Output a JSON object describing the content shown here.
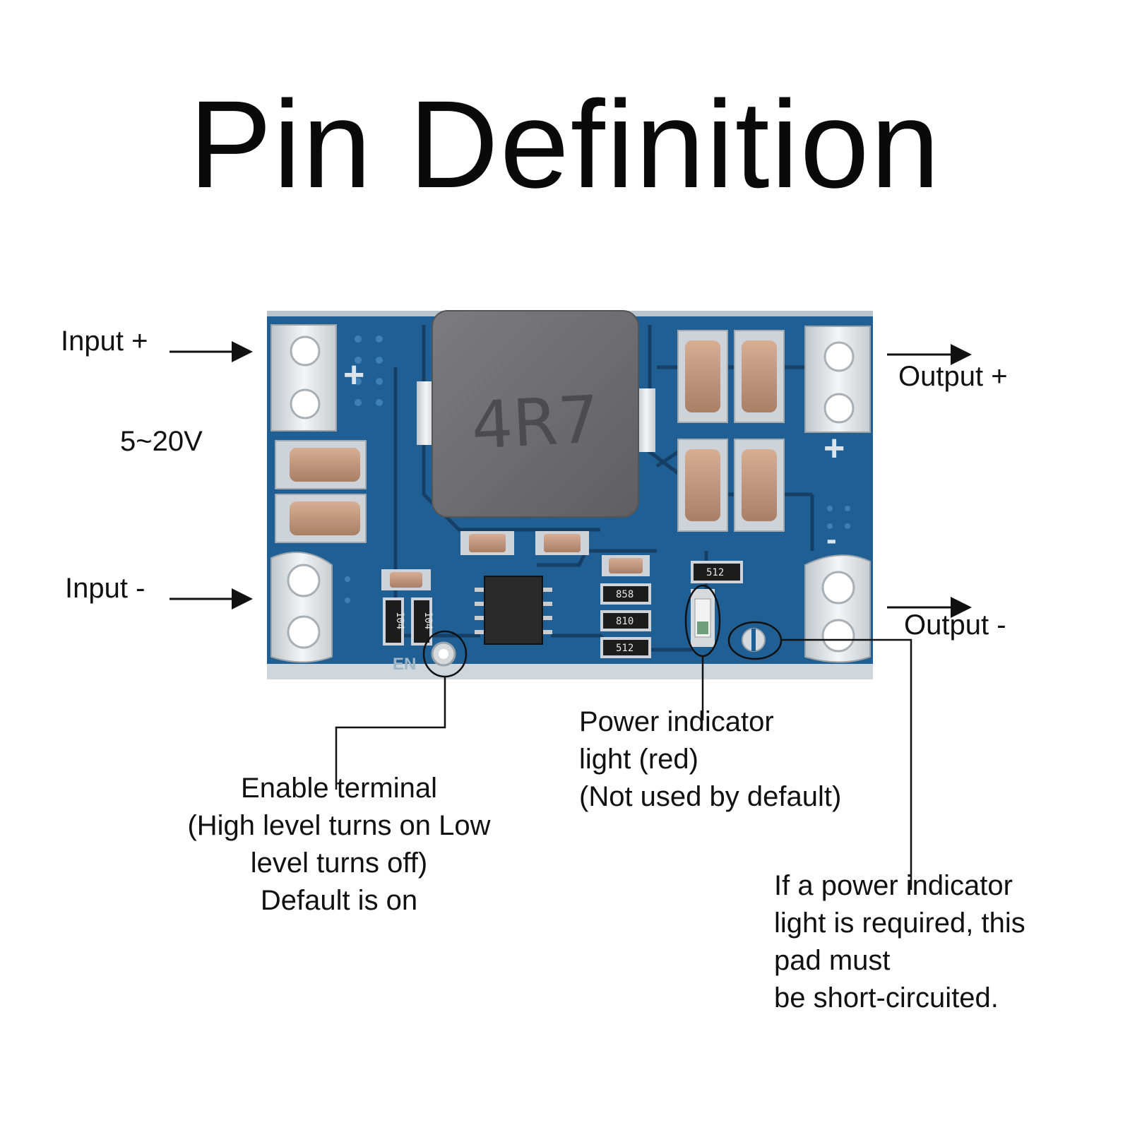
{
  "title": "Pin Definition",
  "labels": {
    "input_plus": "Input +",
    "input_voltage": "5~20V",
    "input_minus": "Input -",
    "output_plus": "Output +",
    "output_minus": "Output -"
  },
  "callouts": {
    "enable": [
      "Enable terminal",
      "(High level turns on Low",
      "level turns off)",
      "Default is on"
    ],
    "power_indicator": [
      "Power indicator",
      "light (red)",
      "(Not used by default)"
    ],
    "short_pad": [
      "If a power indicator",
      "light is required, this",
      "pad must",
      "be short-circuited."
    ]
  },
  "board": {
    "inductor_marking": "4R7",
    "silk_plus": "+",
    "silk_minus": "-",
    "silk_en": "EN",
    "resistor_codes": [
      "104",
      "104",
      "858",
      "810",
      "512",
      "512"
    ]
  },
  "colors": {
    "pcb": "#1f5f94",
    "pcb_dark": "#163f66",
    "pad": "#dfe3e6",
    "inductor": "#6f6f72",
    "capacitor": "#c49a80",
    "ink": "#111111"
  }
}
